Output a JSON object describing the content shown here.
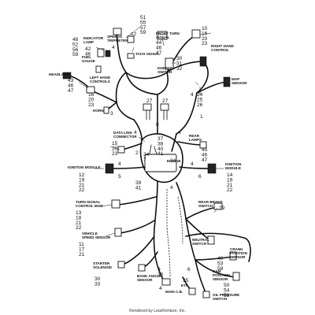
{
  "labels": [
    {
      "id": "speedo-tripmeter",
      "text": [
        "SPEEDO",
        "TRIPMETER"
      ]
    },
    {
      "id": "indicator-lamp",
      "text": [
        "INDICATOR",
        "LAMP"
      ]
    },
    {
      "id": "front-turn-signal",
      "text": [
        "FRONT TURN",
        "SIGNAL"
      ]
    },
    {
      "id": "right-hand-control",
      "text": [
        "RIGHT HAND",
        "CONTROL"
      ]
    },
    {
      "id": "tach-signal",
      "text": [
        "TACH SIGNAL"
      ]
    },
    {
      "id": "fuel-gauge",
      "text": [
        "FUEL",
        "GAUGE"
      ]
    },
    {
      "id": "ignition-switch",
      "text": [
        "IGNITION",
        "SWITCH"
      ]
    },
    {
      "id": "headlamp",
      "text": [
        "HEADLAMP"
      ]
    },
    {
      "id": "left-hand-controls",
      "text": [
        "LEFT HAND",
        "CONTROLS"
      ]
    },
    {
      "id": "map-sensor",
      "text": [
        "MAP",
        "SENSOR"
      ]
    },
    {
      "id": "horn",
      "text": [
        "HORN"
      ]
    },
    {
      "id": "data-link-connector",
      "text": [
        "DATA LINK",
        "CONNECTOR"
      ]
    },
    {
      "id": "rear-lamps",
      "text": [
        "REAR",
        "LAMPS"
      ]
    },
    {
      "id": "ignition-module-left",
      "text": [
        "IGNITION MODULE"
      ]
    },
    {
      "id": "ignition-module-right",
      "text": [
        "IGNITION",
        "MODULE"
      ]
    },
    {
      "id": "turn-signal-control-mod",
      "text": [
        "TURN SIGNAL",
        "CONTROL MOD"
      ]
    },
    {
      "id": "rear-brake-switch",
      "text": [
        "REAR BRAKE",
        "SWITCH"
      ]
    },
    {
      "id": "vehicle-speed-sensor",
      "text": [
        "VEHICLE",
        "SPEED SENSOR"
      ]
    },
    {
      "id": "neutral-switch",
      "text": [
        "NEUTRAL",
        "SWITCH"
      ]
    },
    {
      "id": "crank-position-sensor",
      "text": [
        "CRANK",
        "POSITION",
        "SENSOR"
      ]
    },
    {
      "id": "cam-position-sensor",
      "text": [
        "CAM",
        "POSITION",
        "SENSOR"
      ]
    },
    {
      "id": "starter-solenoid",
      "text": [
        "STARTER",
        "SOLENOID"
      ]
    },
    {
      "id": "bank-angle-sensor",
      "text": [
        "BANK ANGLE",
        "SENSOR"
      ]
    },
    {
      "id": "main-cb",
      "text": [
        "MAIN C.B."
      ]
    },
    {
      "id": "eti",
      "text": [
        "ETI"
      ]
    },
    {
      "id": "oil-pressure-switch",
      "text": [
        "OIL PRESSURE",
        "SWITCH"
      ]
    },
    {
      "id": "engine",
      "text": [
        "ENGINE"
      ]
    }
  ],
  "callouts": [
    {
      "id": "c-51-55-57-59",
      "text": [
        "51",
        "55",
        "57",
        "59"
      ]
    },
    {
      "id": "c-10-16-20-23",
      "text": [
        "10",
        "16",
        "20",
        "23"
      ]
    },
    {
      "id": "c-48-52-56-59",
      "text": [
        "48",
        "52",
        "56",
        "59"
      ]
    },
    {
      "id": "c-44-46-47",
      "text": [
        "44",
        "46",
        "47"
      ]
    },
    {
      "id": "c-42-46",
      "text": [
        "42",
        "46"
      ]
    },
    {
      "id": "c-4-top",
      "text": [
        "4"
      ]
    },
    {
      "id": "c-57",
      "text": [
        "57"
      ]
    },
    {
      "id": "c-30-31-32",
      "text": [
        "30",
        "31",
        "32"
      ]
    },
    {
      "id": "c-43-46-47",
      "text": [
        "43",
        "46",
        "47"
      ]
    },
    {
      "id": "c-16-20-23",
      "text": [
        "16",
        "20",
        "23"
      ]
    },
    {
      "id": "c-24-25-26",
      "text": [
        "24",
        "25",
        "26"
      ]
    },
    {
      "id": "c-3-horn",
      "text": [
        "3"
      ]
    },
    {
      "id": "c-4-right",
      "text": [
        "4"
      ]
    },
    {
      "id": "c-27-left",
      "text": [
        "27"
      ]
    },
    {
      "id": "c-27-right",
      "text": [
        "27"
      ]
    },
    {
      "id": "c-1",
      "text": [
        "1"
      ]
    },
    {
      "id": "c-8",
      "text": [
        "8"
      ]
    },
    {
      "id": "c-4-dlc",
      "text": [
        "4"
      ]
    },
    {
      "id": "c-15-20-23",
      "text": [
        "15",
        "20",
        "23"
      ]
    },
    {
      "id": "c-37-38-40-41",
      "text": [
        "37",
        "38",
        "40",
        "41"
      ]
    },
    {
      "id": "c-4-rear",
      "text": [
        "4"
      ]
    },
    {
      "id": "c-45-46-47",
      "text": [
        "45",
        "46",
        "47"
      ]
    },
    {
      "id": "c-34-7",
      "text": [
        "34",
        "7"
      ]
    },
    {
      "id": "c-2",
      "text": [
        "2"
      ]
    },
    {
      "id": "c-34",
      "text": [
        "34"
      ]
    },
    {
      "id": "c-4-left",
      "text": [
        "4"
      ]
    },
    {
      "id": "c-4-right-mid",
      "text": [
        "4"
      ]
    },
    {
      "id": "c-12-19-21-22",
      "text": [
        "12",
        "19",
        "21",
        "22"
      ]
    },
    {
      "id": "c-14-19-21-22",
      "text": [
        "14",
        "19",
        "21",
        "22"
      ]
    },
    {
      "id": "c-5",
      "text": [
        "5"
      ]
    },
    {
      "id": "c-39-41",
      "text": [
        "39",
        "41"
      ]
    },
    {
      "id": "c-6-mid",
      "text": [
        "6"
      ]
    },
    {
      "id": "c-4-lower",
      "text": [
        "4"
      ]
    },
    {
      "id": "c-13-18-21-22",
      "text": [
        "13",
        "18",
        "21",
        "22"
      ]
    },
    {
      "id": "c-29",
      "text": [
        "29"
      ]
    },
    {
      "id": "c-11-17-21",
      "text": [
        "11",
        "17",
        "21"
      ]
    },
    {
      "id": "c-49-53-58",
      "text": [
        "49",
        "53",
        "58"
      ]
    },
    {
      "id": "c-6-low",
      "text": [
        "6"
      ]
    },
    {
      "id": "c-30-33",
      "text": [
        "30",
        "33"
      ]
    },
    {
      "id": "c-9-36",
      "text": [
        "9",
        "36"
      ]
    },
    {
      "id": "c-50-54-58",
      "text": [
        "50",
        "54",
        "58"
      ]
    },
    {
      "id": "c-35",
      "text": [
        "35"
      ]
    },
    {
      "id": "c-4-etl",
      "text": [
        "4"
      ]
    }
  ],
  "footer": "Rendered by LeadVenture, Inc."
}
